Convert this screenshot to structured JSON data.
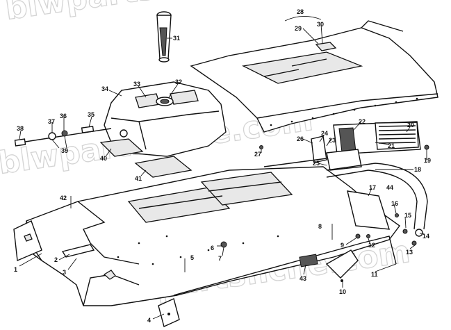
{
  "watermark": "blwpartsfiche.com",
  "callouts": [
    "1",
    "2",
    "3",
    "4",
    "5",
    "6",
    "7",
    "8",
    "9",
    "10",
    "11",
    "12",
    "13",
    "14",
    "15",
    "16",
    "17",
    "18",
    "19",
    "20",
    "21",
    "22",
    "23",
    "24",
    "25",
    "26",
    "27",
    "28",
    "29",
    "30",
    "31",
    "32",
    "33",
    "34",
    "35",
    "36",
    "37",
    "38",
    "39",
    "40",
    "41",
    "42",
    "43",
    "44"
  ]
}
